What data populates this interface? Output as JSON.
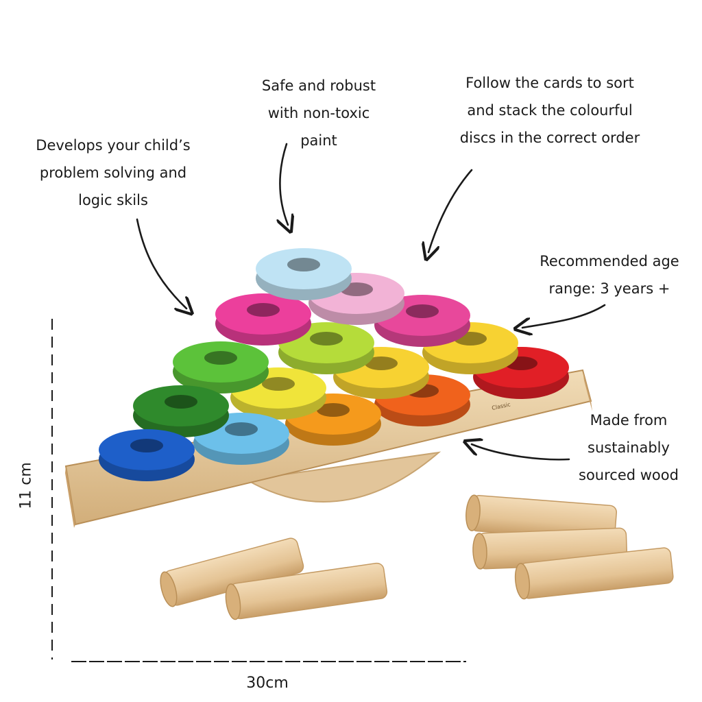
{
  "callouts": {
    "skills": [
      "Develops your child’s",
      "problem solving and",
      "logic skils"
    ],
    "paint": [
      "Safe and robust",
      "with non-toxic",
      "paint"
    ],
    "cards": [
      "Follow the cards to sort",
      "and stack the colourful",
      "discs in the correct order"
    ],
    "age": [
      "Recommended age",
      "range: 3 years +"
    ],
    "wood": [
      "Made from",
      "sustainably",
      "sourced wood"
    ]
  },
  "dimensions": {
    "height": "11 cm",
    "width": "30cm"
  },
  "colors": {
    "wood_light": "#e9cfa6",
    "wood_mid": "#d9b784",
    "wood_dark": "#c49a63",
    "disc_colors": {
      "light_blue": "#bfe3f4",
      "light_pink": "#f2b3d6",
      "pink": "#ec3f9c",
      "magenta": "#e8489b",
      "green": "#5cc23a",
      "lime": "#b5dc3a",
      "dark_green": "#2f8a2c",
      "yellow": "#f0e43a",
      "yellow_orange": "#f7d232",
      "orange": "#f59a1c",
      "red_orange": "#f0621c",
      "red": "#e11f26",
      "blue": "#1e5fc9",
      "sky_blue": "#6cc0ea"
    }
  }
}
